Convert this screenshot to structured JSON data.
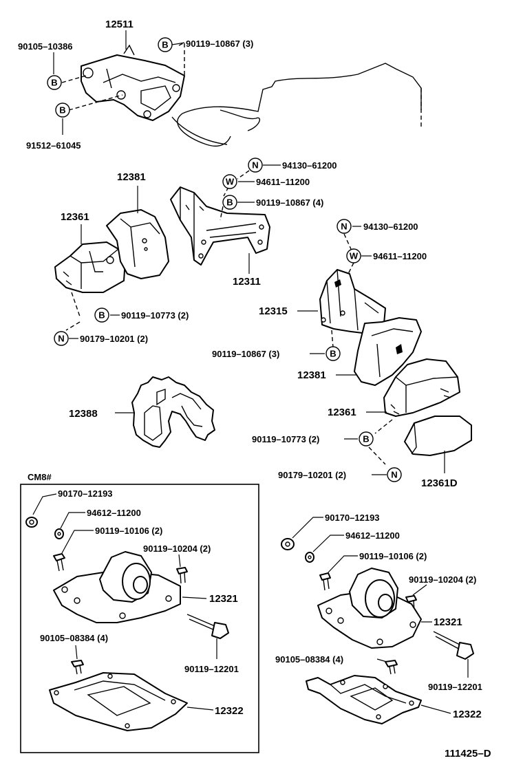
{
  "labels": {
    "p12511": "12511",
    "p90105_10386": "90105–10386",
    "p90119_10867_top": "90119–10867 (3)",
    "p91512_61045": "91512–61045",
    "p94130_61200_a": "94130–61200",
    "p94611_11200_a": "94611–11200",
    "p90119_10867_4": "90119–10867 (4)",
    "p12381_a": "12381",
    "p12361_a": "12361",
    "p12311": "12311",
    "p90119_10773_a": "90119–10773 (2)",
    "p90179_10201_a": "90179–10201 (2)",
    "p94130_61200_b": "94130–61200",
    "p94611_11200_b": "94611–11200",
    "p12315": "12315",
    "p90119_10867_3b": "90119–10867 (3)",
    "p12381_b": "12381",
    "p12388": "12388",
    "p12361_b": "12361",
    "p90119_10773_b": "90119–10773 (2)",
    "p90179_10201_b": "90179–10201 (2)",
    "p12361D": "12361D",
    "cm8": "CM8#",
    "box_90170_12193": "90170–12193",
    "box_94612_11200": "94612–11200",
    "box_90119_10106": "90119–10106 (2)",
    "box_90119_10204": "90119–10204 (2)",
    "box_12321": "12321",
    "box_90105_08384": "90105–08384 (4)",
    "box_90119_12201": "90119–12201",
    "box_12322": "12322",
    "r_90170_12193": "90170–12193",
    "r_94612_11200": "94612–11200",
    "r_90119_10106": "90119–10106 (2)",
    "r_90119_10204": "90119–10204 (2)",
    "r_12321": "12321",
    "r_90105_08384": "90105–08384 (4)",
    "r_90119_12201": "90119–12201",
    "r_12322": "12322",
    "figure_id": "111425–D"
  },
  "symbols": {
    "bolt": "B",
    "nut": "N",
    "washer": "W"
  }
}
